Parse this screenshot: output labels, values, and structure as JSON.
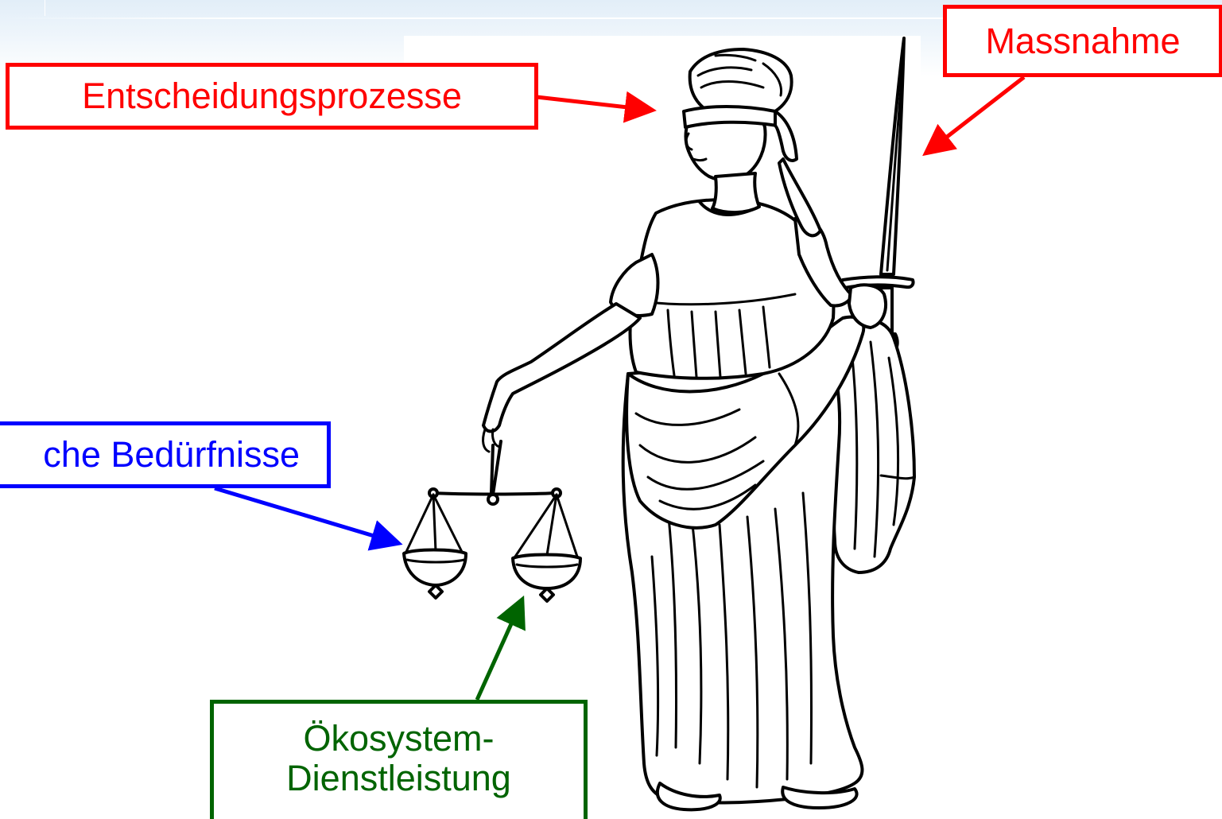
{
  "labels": {
    "massnahme": "Massnahme",
    "entscheidungsprozesse": "Entscheidungsprozesse",
    "beduerfnisse": "che Bedürfnisse",
    "oekosystem_line1": "Ökosystem-",
    "oekosystem_line2": "Dienstleistung"
  },
  "colors": {
    "red": "#ff0000",
    "blue": "#0000ff",
    "green": "#006400",
    "ink": "#000000"
  },
  "figure": {
    "subject": "Justitia with blindfold, sword and scales",
    "icon": "justitia-figure"
  }
}
